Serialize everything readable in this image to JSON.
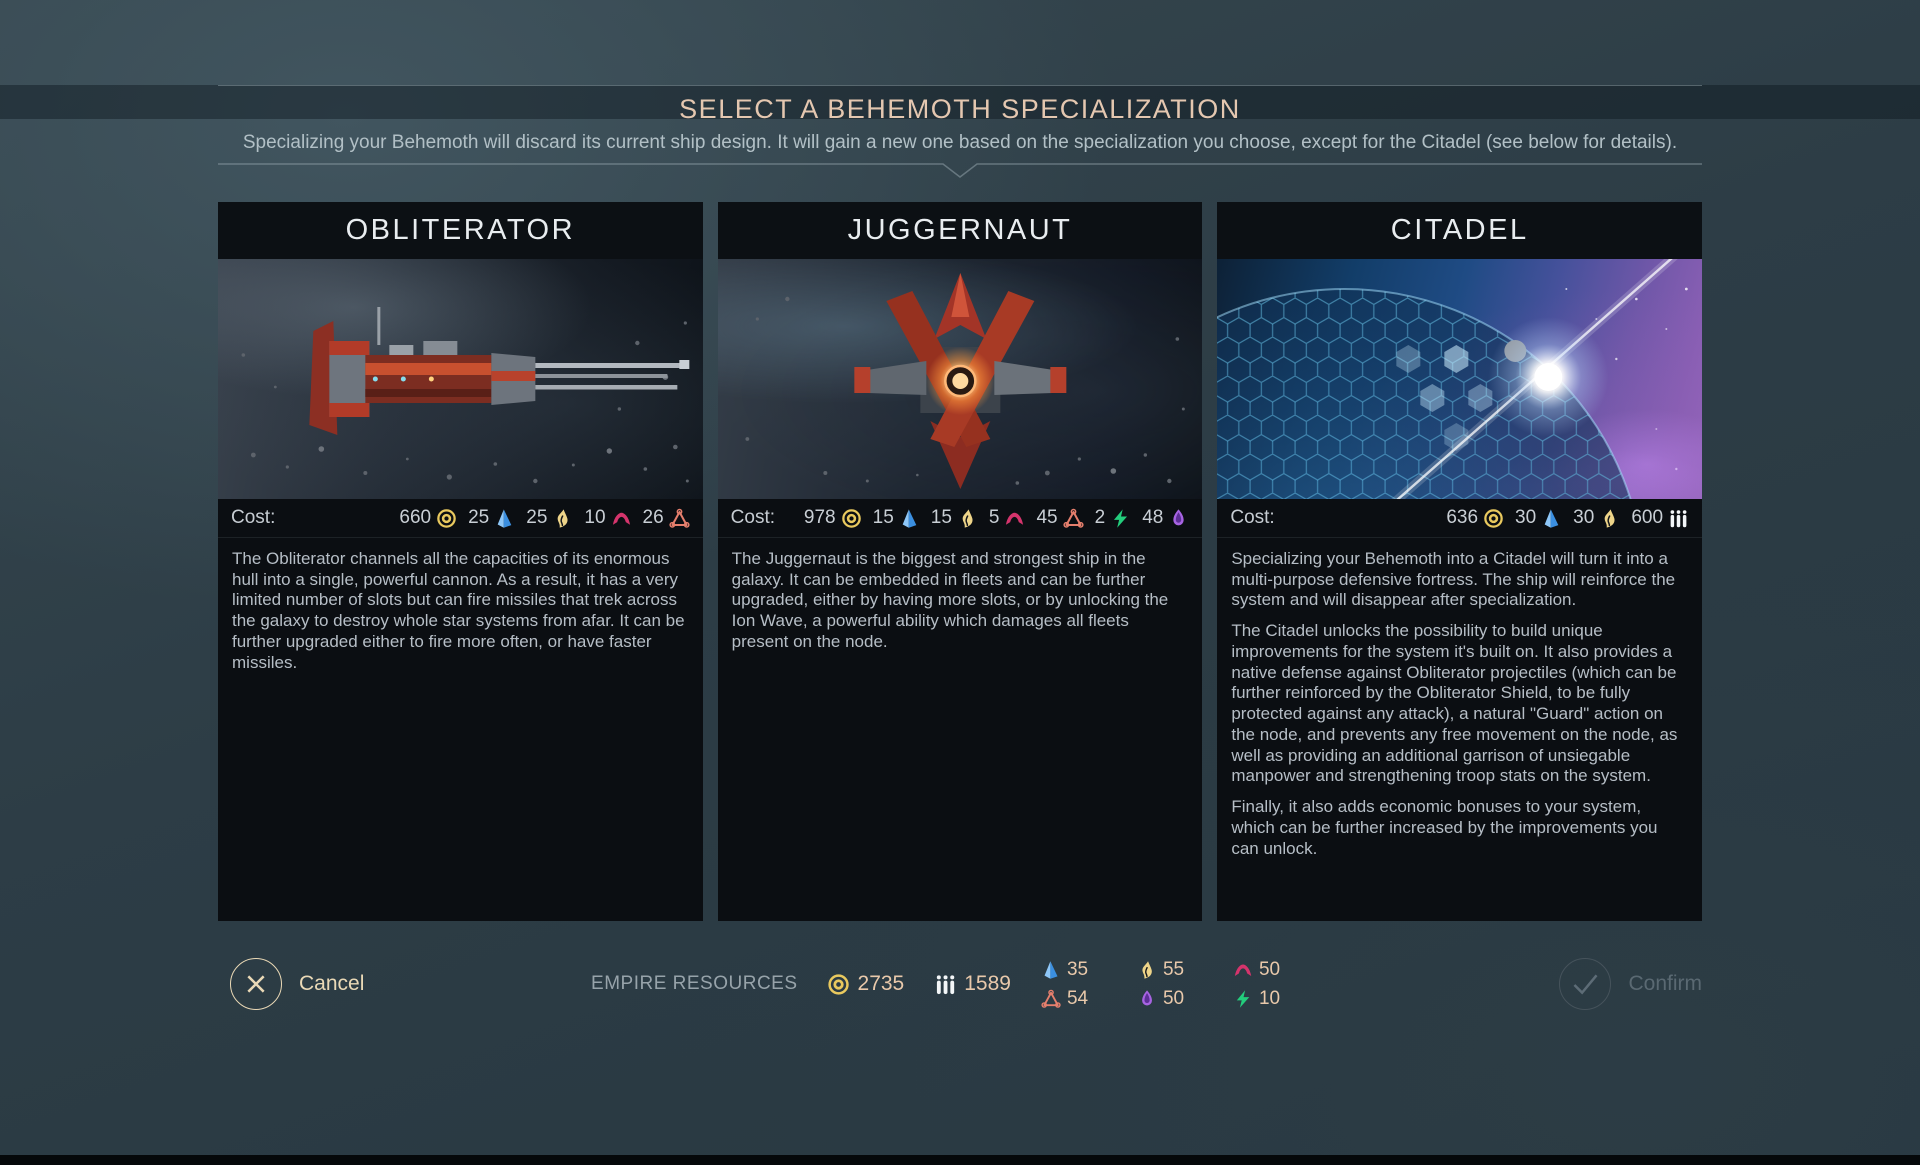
{
  "header": {
    "title": "SELECT A BEHEMOTH SPECIALIZATION",
    "subtitle": "Specializing your Behemoth will discard its current ship design. It will gain a new one based on the specialization you choose, except for the Citadel (see below for details)."
  },
  "cards": [
    {
      "title": "OBLITERATOR",
      "cost_label": "Cost:",
      "costs": [
        {
          "resource": "dust",
          "value": "660"
        },
        {
          "resource": "titanium",
          "value": "25"
        },
        {
          "resource": "hyperium",
          "value": "25"
        },
        {
          "resource": "adamantian",
          "value": "10"
        },
        {
          "resource": "quadrinix",
          "value": "26"
        }
      ],
      "paragraphs": [
        "The Obliterator channels all the capacities of its enormous hull into a single, powerful cannon. As a result, it has a very limited number of slots but can fire missiles that trek across the galaxy to destroy whole star systems from afar. It can be further upgraded either to fire more often, or have faster missiles."
      ]
    },
    {
      "title": "JUGGERNAUT",
      "cost_label": "Cost:",
      "costs": [
        {
          "resource": "dust",
          "value": "978"
        },
        {
          "resource": "titanium",
          "value": "15"
        },
        {
          "resource": "hyperium",
          "value": "15"
        },
        {
          "resource": "adamantian",
          "value": "5"
        },
        {
          "resource": "quadrinix",
          "value": "45"
        },
        {
          "resource": "orichalcix",
          "value": "2"
        },
        {
          "resource": "antimatter",
          "value": "48"
        }
      ],
      "paragraphs": [
        "The Juggernaut is the biggest and strongest ship in the galaxy. It can be embedded in fleets and can be further upgraded, either by having more slots, or by unlocking the Ion Wave, a powerful ability which damages all fleets present on the node."
      ]
    },
    {
      "title": "CITADEL",
      "cost_label": "Cost:",
      "costs": [
        {
          "resource": "dust",
          "value": "636"
        },
        {
          "resource": "titanium",
          "value": "30"
        },
        {
          "resource": "hyperium",
          "value": "30"
        },
        {
          "resource": "manpower",
          "value": "600"
        }
      ],
      "paragraphs": [
        "Specializing your Behemoth into a Citadel will turn it into a multi-purpose defensive fortress. The ship will reinforce the system and will disappear after specialization.",
        "The Citadel unlocks the possibility to build unique improvements for the system it's built on. It also provides a native defense against Obliterator projectiles (which can be further reinforced by the Obliterator Shield, to be fully protected against any attack), a natural \"Guard\" action on the node, and prevents any free movement on the node, as well as providing an additional garrison of unsiegable manpower and strengthening troop stats on the system.",
        "Finally, it also adds economic bonuses to your system, which can be further increased by the improvements you can unlock."
      ]
    }
  ],
  "footer": {
    "cancel_label": "Cancel",
    "confirm_label": "Confirm",
    "resources_label": "EMPIRE RESOURCES",
    "dust": "2735",
    "manpower": "1589",
    "strategic": [
      {
        "resource": "titanium",
        "value": "35"
      },
      {
        "resource": "hyperium",
        "value": "55"
      },
      {
        "resource": "adamantian",
        "value": "50"
      },
      {
        "resource": "quadrinix",
        "value": "54"
      },
      {
        "resource": "antimatter",
        "value": "50"
      },
      {
        "resource": "orichalcix",
        "value": "10"
      }
    ]
  },
  "colors": {
    "background_teal": "#31424b",
    "panel_black": "#0b0e12",
    "title_accent": "#e4c7b0",
    "button_cream": "#ead9b6",
    "confirm_disabled": "#5a6972",
    "dust": "#e9c95e",
    "manpower": "#f3f6f8",
    "titanium": "#4da3f0",
    "hyperium": "#eed489",
    "adamantian": "#d5346c",
    "quadrinix": "#e57f6d",
    "antimatter": "#a763e2",
    "orichalcix": "#23cd7c"
  }
}
